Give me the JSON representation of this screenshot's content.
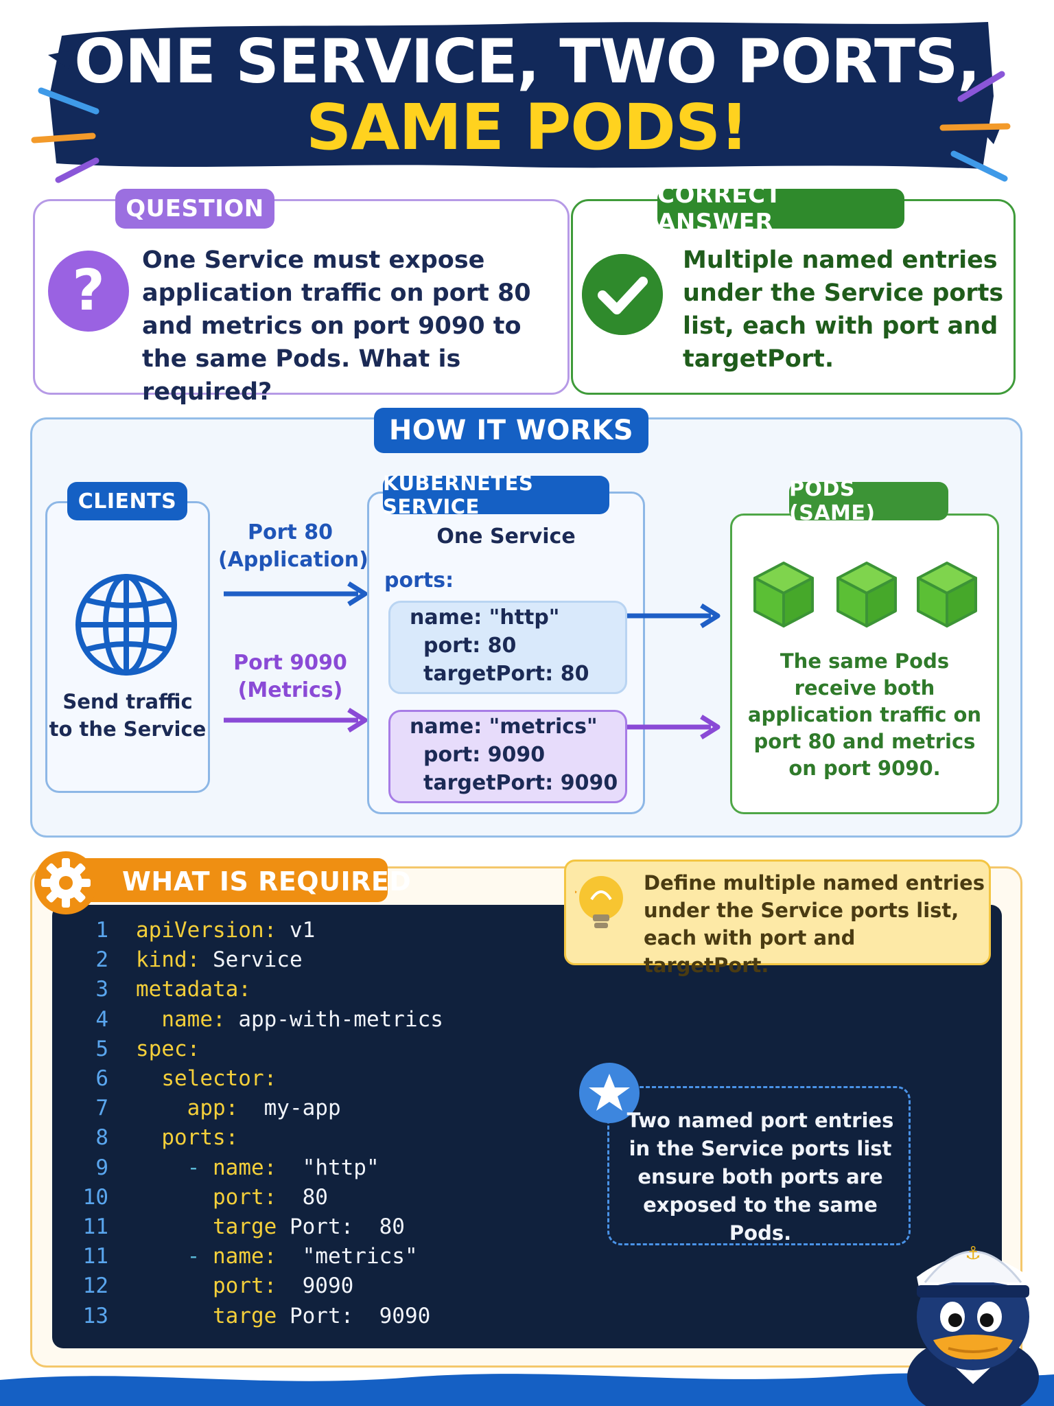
{
  "header": {
    "title_line1": "ONE SERVICE, TWO PORTS,",
    "title_line2": "SAME PODS!"
  },
  "question": {
    "tag": "QUESTION",
    "icon": "question-mark-icon",
    "text": "One Service must expose application traffic on port 80 and metrics on port 9090 to the same Pods. What is required?"
  },
  "answer": {
    "tag": "CORRECT ANSWER",
    "icon": "checkmark-icon",
    "text": "Multiple named entries under the Service ports list, each with port and targetPort."
  },
  "how_it_works": {
    "tag": "HOW IT WORKS",
    "clients": {
      "tag": "CLIENTS",
      "icon": "globe-icon",
      "caption": "Send traffic to the Service"
    },
    "port80_label": "Port 80 (Application)",
    "port9090_label": "Port 9090 (Metrics)",
    "service": {
      "tag": "KUBERNETES SERVICE",
      "subtitle": "One Service",
      "ports_label": "ports:",
      "http": {
        "name": "name: \"http\"",
        "port": "port: 80",
        "target": "targetPort: 80"
      },
      "metrics": {
        "name": "name: \"metrics\"",
        "port": "port: 9090",
        "target": "targetPort: 9090"
      }
    },
    "pods": {
      "tag": "PODS (SAME)",
      "icon": "cube-icon",
      "text": "The same Pods receive both application traffic on port 80 and metrics on port 9090."
    }
  },
  "required": {
    "tag": "WHAT IS REQUIRED",
    "icon": "gear-icon",
    "code": [
      {
        "n": "1",
        "indent": "",
        "key": "apiVersion:",
        "val": " v1"
      },
      {
        "n": "2",
        "indent": "",
        "key": "kind:",
        "val": " Service"
      },
      {
        "n": "3",
        "indent": "",
        "key": "metadata:",
        "val": ""
      },
      {
        "n": "4",
        "indent": "  ",
        "key": "name:",
        "val": " app-with-metrics"
      },
      {
        "n": "5",
        "indent": "",
        "key": "spec:",
        "val": ""
      },
      {
        "n": "6",
        "indent": "  ",
        "key": "selector:",
        "val": ""
      },
      {
        "n": "7",
        "indent": "    ",
        "key": "app:",
        "val": "  my-app"
      },
      {
        "n": "8",
        "indent": "  ",
        "key": "ports:",
        "val": ""
      },
      {
        "n": "9",
        "indent": "    - ",
        "key": "name:",
        "val": "  \"http\""
      },
      {
        "n": "10",
        "indent": "      ",
        "key": "port:",
        "val": "  80"
      },
      {
        "n": "11",
        "indent": "      ",
        "key": "targe",
        "val": " Port:  80"
      },
      {
        "n": "11",
        "indent": "    - ",
        "key": "name:",
        "val": "  \"metrics\""
      },
      {
        "n": "12",
        "indent": "      ",
        "key": "port:",
        "val": "  9090"
      },
      {
        "n": "13",
        "indent": "      ",
        "key": "targe",
        "val": " Port:  9090"
      }
    ],
    "tip": {
      "icon": "lightbulb-icon",
      "text": "Define multiple named entries under the Service ports list, each with port and targetPort."
    },
    "note": {
      "icon": "star-icon",
      "text": "Two named port entries in the Service ports list ensure both ports are exposed to the same Pods."
    }
  },
  "colors": {
    "navy": "#10213d",
    "title_yellow": "#ffd21f",
    "purple": "#9b6fe0",
    "green": "#2f8a2c",
    "blue": "#1560c4",
    "orange": "#ef8f12",
    "code_key": "#f4cf3a"
  },
  "mascot_icon": "sailor-duck-mascot"
}
